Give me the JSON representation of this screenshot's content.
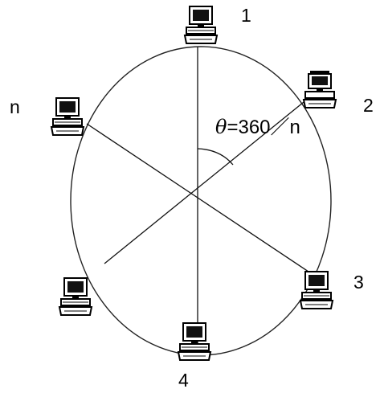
{
  "diagram": {
    "formula": {
      "symbol": "θ",
      "text": "=360／n"
    },
    "nodes": [
      {
        "label": "1"
      },
      {
        "label": "2"
      },
      {
        "label": "3"
      },
      {
        "label": "4"
      },
      {
        "label": ""
      },
      {
        "label": "n"
      }
    ]
  }
}
